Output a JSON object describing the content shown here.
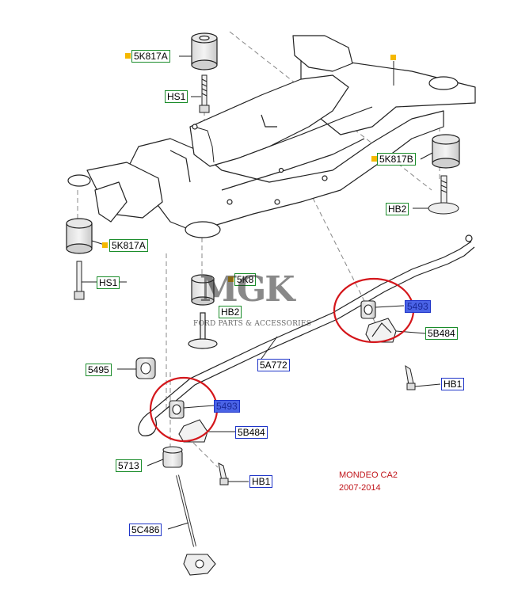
{
  "labels": {
    "top_mount_upper": "5K817A",
    "bolt_upper": "HS1",
    "front_right_mount": "5K817B",
    "washer_bolt_right": "HB2",
    "left_mount_lower": "5K817A",
    "bolt_lower": "HS1",
    "hidden_mount": "5K8",
    "hidden_bolt": "HB2",
    "bushing_right": "5493",
    "bracket_right": "5B484",
    "stabilizer_bar": "5A772",
    "bolt_right": "HB1",
    "bushing_left_drop": "5495",
    "bushing_left": "5493",
    "bracket_left": "5B484",
    "link_bushing": "5713",
    "bolt_left": "HB1",
    "stabilizer_link": "5C486"
  },
  "watermark": {
    "title": "MGK",
    "subtitle": "FORD PARTS & ACCESSORIES"
  },
  "model": {
    "name": "MONDEO CA2",
    "years": "2007-2014"
  },
  "colors": {
    "label_border_green": "#1a8c2a",
    "label_border_blue": "#1f35c8",
    "highlight_circle": "#d4161b",
    "marker_square": "#f5b800",
    "model_text": "#c0161b"
  }
}
